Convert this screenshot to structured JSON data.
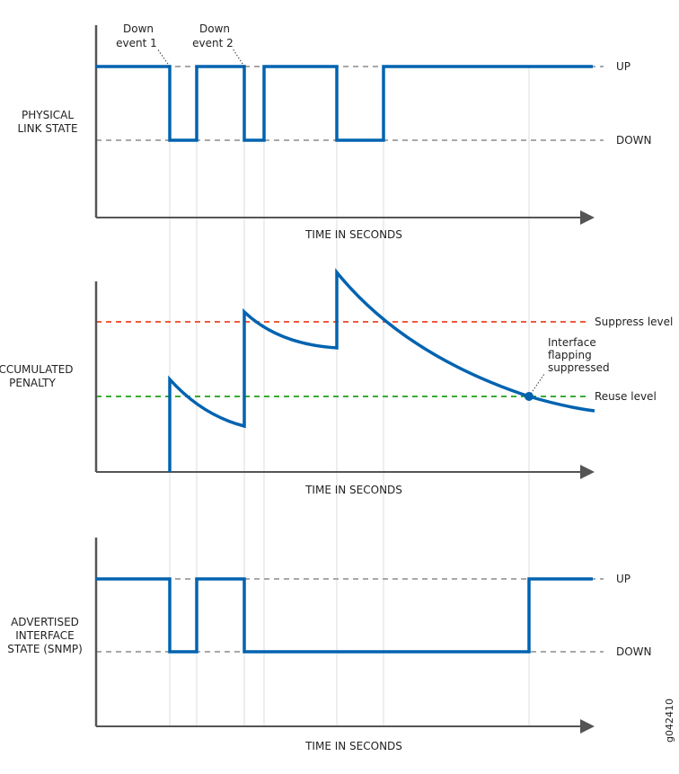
{
  "annotations": {
    "down_event_1": [
      "Down",
      "event 1"
    ],
    "down_event_2": [
      "Down",
      "event 2"
    ],
    "interface_flapping": [
      "Interface",
      "flapping",
      "suppressed"
    ]
  },
  "panels": {
    "physical": {
      "ylabel": [
        "PHYSICAL",
        "LINK STATE"
      ],
      "xlabel": "TIME IN SECONDS",
      "up": "UP",
      "down": "DOWN"
    },
    "penalty": {
      "ylabel": [
        "ACCUMULATED",
        "PENALTY"
      ],
      "xlabel": "TIME IN SECONDS",
      "suppress": "Suppress level",
      "reuse": "Reuse level"
    },
    "advertised": {
      "ylabel": [
        "ADVERTISED",
        "INTERFACE",
        "STATE (SNMP)"
      ],
      "xlabel": "TIME IN SECONDS",
      "up": "UP",
      "down": "DOWN"
    }
  },
  "figure_id": "g042410",
  "colors": {
    "signal": "#0063b0",
    "suppress": "#f05a3c",
    "reuse": "#3aaa35",
    "axis": "#555555",
    "dash": "#a8a8a8",
    "grid": "#e2e2e2"
  }
}
